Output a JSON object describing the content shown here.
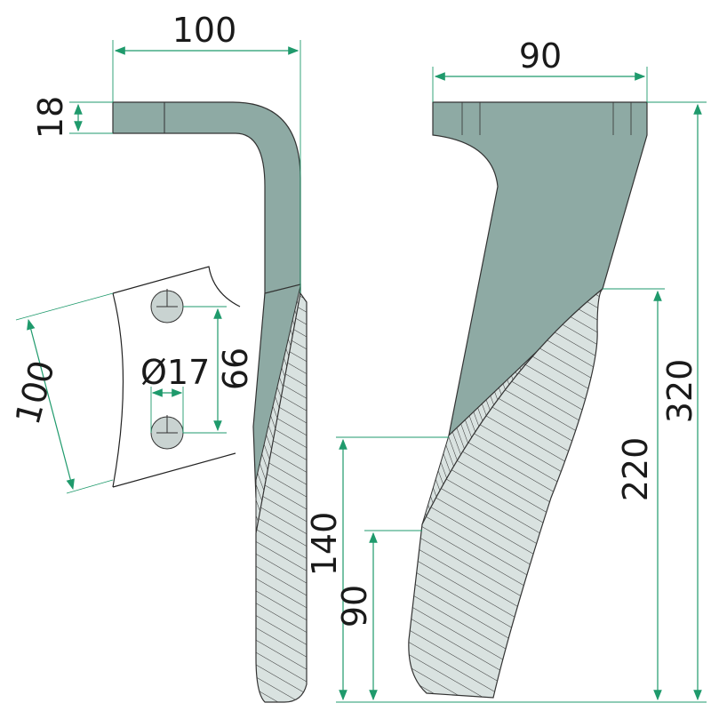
{
  "title": "Rotary tiller tine technical drawing",
  "dimensions": {
    "width_side": "100",
    "flange_thickness": "18",
    "hole_diameter": "Ø17",
    "hole_spacing": "66",
    "plate_length": "100",
    "width_front": "90",
    "total_height": "320",
    "blade_height": "220",
    "hatch_height": "140",
    "lower_height": "90"
  },
  "colors": {
    "part": "#8eaaa4",
    "dimension": "#1f9a6c",
    "hatch_bg": "#d9e2e0"
  }
}
